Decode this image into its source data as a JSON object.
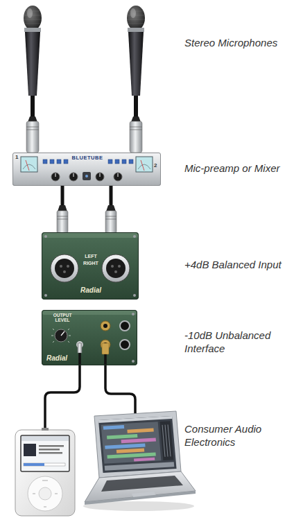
{
  "diagram": {
    "nodes": [
      {
        "text": [
          "1",
          "BLUETUBE",
          "2"
        ]
      },
      {
        "text": [
          "LEFT",
          "RIGHT",
          "Radial"
        ]
      },
      {
        "text": [
          "OUTPUT LEVEL",
          "Radial"
        ]
      }
    ],
    "edges": [
      {
        "from": 0,
        "to": 1,
        "arrow": "none"
      },
      {
        "from": 0,
        "to": 1,
        "arrow": "none"
      }
    ],
    "labels": [
      "Stereo Microphones",
      "Mic-preamp or Mixer",
      "+4dB Balanced Input",
      "-10dB Unbalanced Interface",
      "Consumer Audio Electronics"
    ]
  }
}
